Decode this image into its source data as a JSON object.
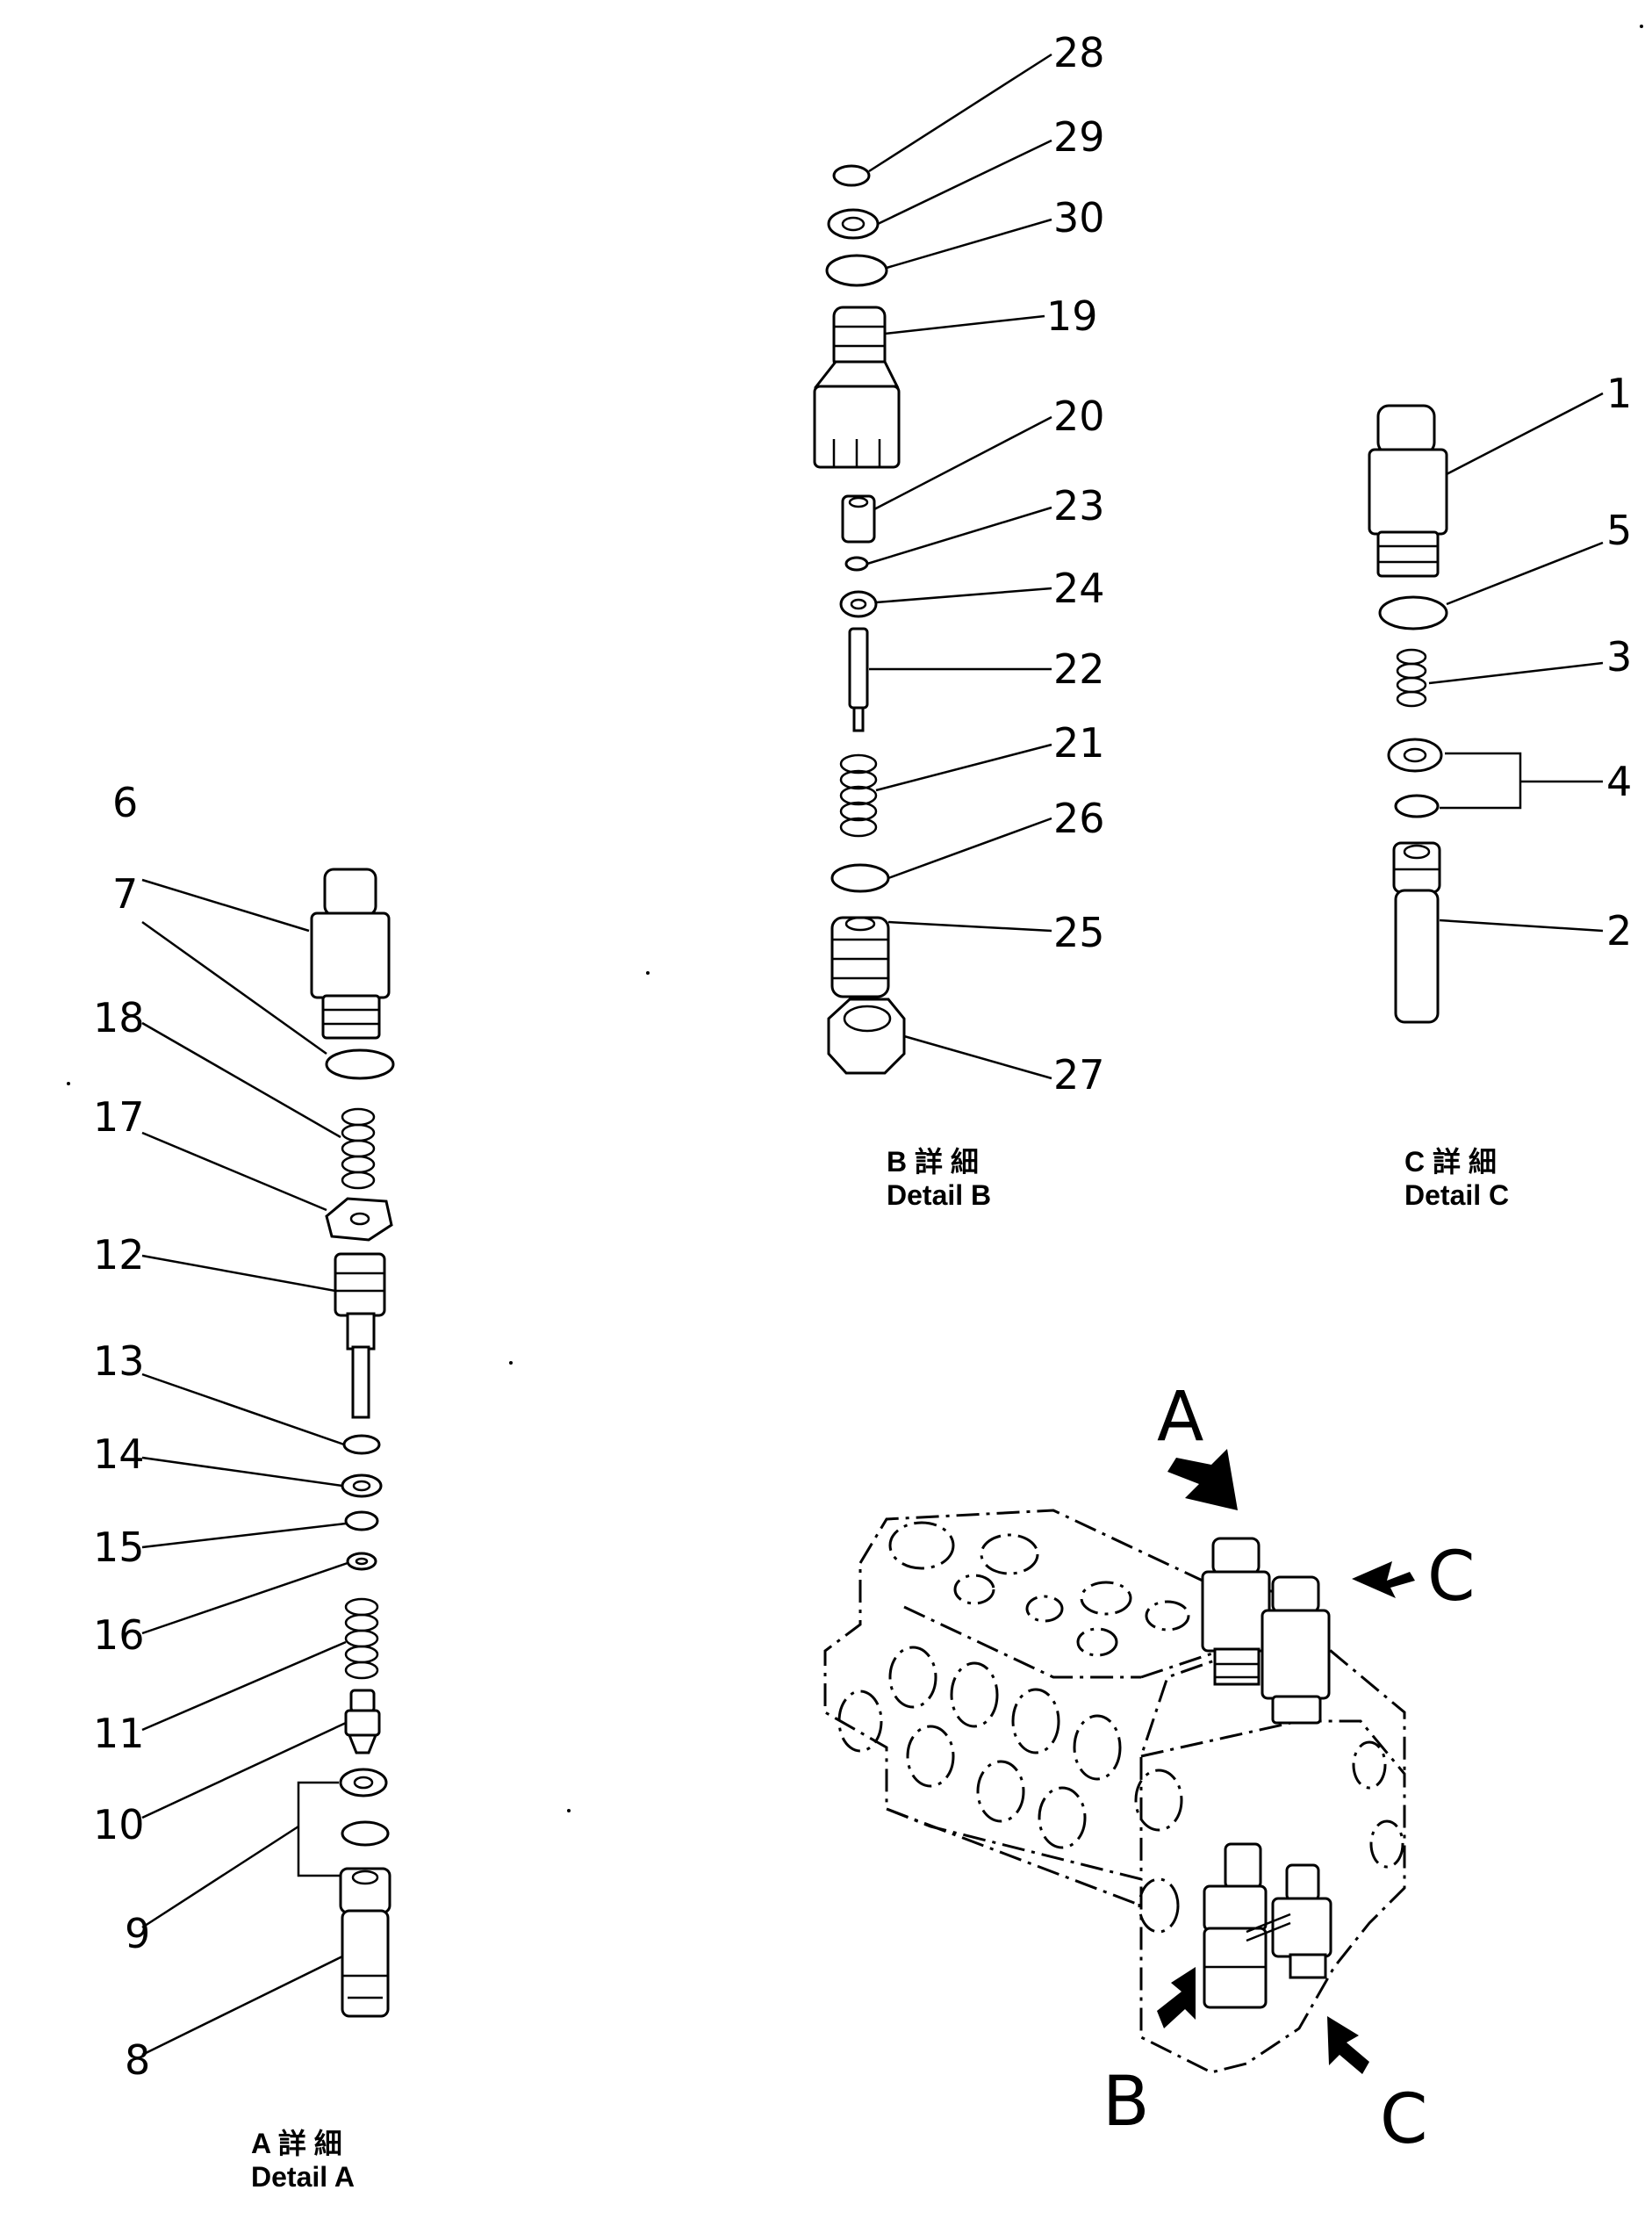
{
  "callouts": {
    "c1": "1",
    "c2": "2",
    "c3": "3",
    "c4": "4",
    "c5": "5",
    "c6": "6",
    "c7": "7",
    "c8": "8",
    "c9": "9",
    "c10": "10",
    "c11": "11",
    "c12": "12",
    "c13": "13",
    "c14": "14",
    "c15": "15",
    "c16": "16",
    "c17": "17",
    "c18": "18",
    "c19": "19",
    "c20": "20",
    "c21": "21",
    "c22": "22",
    "c23": "23",
    "c24": "24",
    "c25": "25",
    "c26": "26",
    "c27": "27",
    "c28": "28",
    "c29": "29",
    "c30": "30"
  },
  "captions": {
    "detail_a_jp": "A 詳 細",
    "detail_a_en": "Detail A",
    "detail_b_jp": "B 詳 細",
    "detail_b_en": "Detail B",
    "detail_c_jp": "C 詳 細",
    "detail_c_en": "Detail C"
  },
  "view_markers": {
    "a": "A",
    "b": "B",
    "c_top": "C",
    "c_bottom": "C"
  }
}
